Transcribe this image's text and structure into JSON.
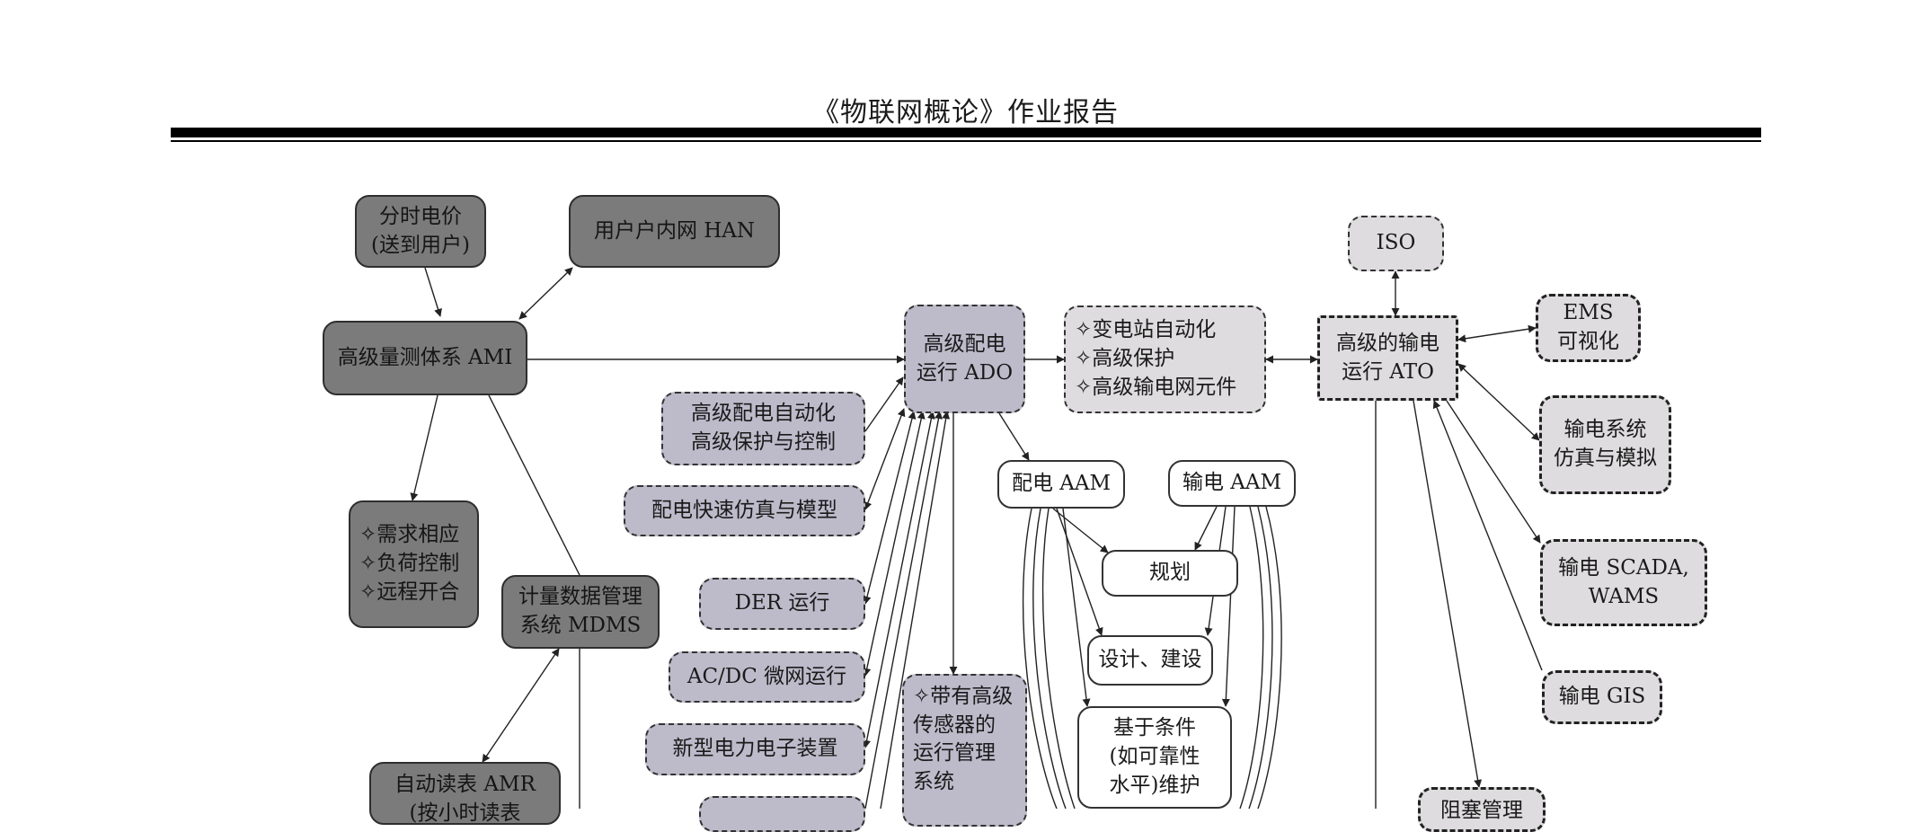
{
  "header": {
    "title": "《物联网概论》作业报告"
  },
  "nodes": {
    "tou": [
      "分时电价",
      "(送到用户)"
    ],
    "han": [
      "用户户内网 HAN"
    ],
    "ami": [
      "高级量测体系 AMI"
    ],
    "demand": [
      "✧需求相应",
      "✧负荷控制",
      "✧远程开合"
    ],
    "mdms": [
      "计量数据管理",
      "系统 MDMS"
    ],
    "amr": [
      "自动读表 AMR",
      "(按小时读表"
    ],
    "ado": [
      "高级配电",
      "运行 ADO"
    ],
    "substation": [
      "✧变电站自动化",
      "✧高级保护",
      "✧高级输电网元件"
    ],
    "ato": [
      "高级的输电",
      "运行 ATO"
    ],
    "iso": [
      "ISO"
    ],
    "ems": [
      "EMS",
      "可视化"
    ],
    "tsim": [
      "输电系统",
      "仿真与模拟"
    ],
    "tscada": [
      "输电 SCADA,",
      "WAMS"
    ],
    "tgis": [
      "输电 GIS"
    ],
    "congestion": [
      "阻塞管理"
    ],
    "da": [
      "高级配电自动化",
      "高级保护与控制"
    ],
    "dsim": [
      "配电快速仿真与模型"
    ],
    "der": [
      "DER 运行"
    ],
    "acdc": [
      "AC/DC 微网运行"
    ],
    "power_elec": [
      "新型电力电子装置"
    ],
    "sensor_ops": [
      "✧带有高级",
      "传感器的",
      "运行管理",
      "系统"
    ],
    "dist_aam": [
      "配电 AAM"
    ],
    "trans_aam": [
      "输电 AAM"
    ],
    "planning": [
      "规划"
    ],
    "design": [
      "设计、建设"
    ],
    "cbm": [
      "基于条件",
      "(如可靠性",
      "水平)维护"
    ]
  }
}
